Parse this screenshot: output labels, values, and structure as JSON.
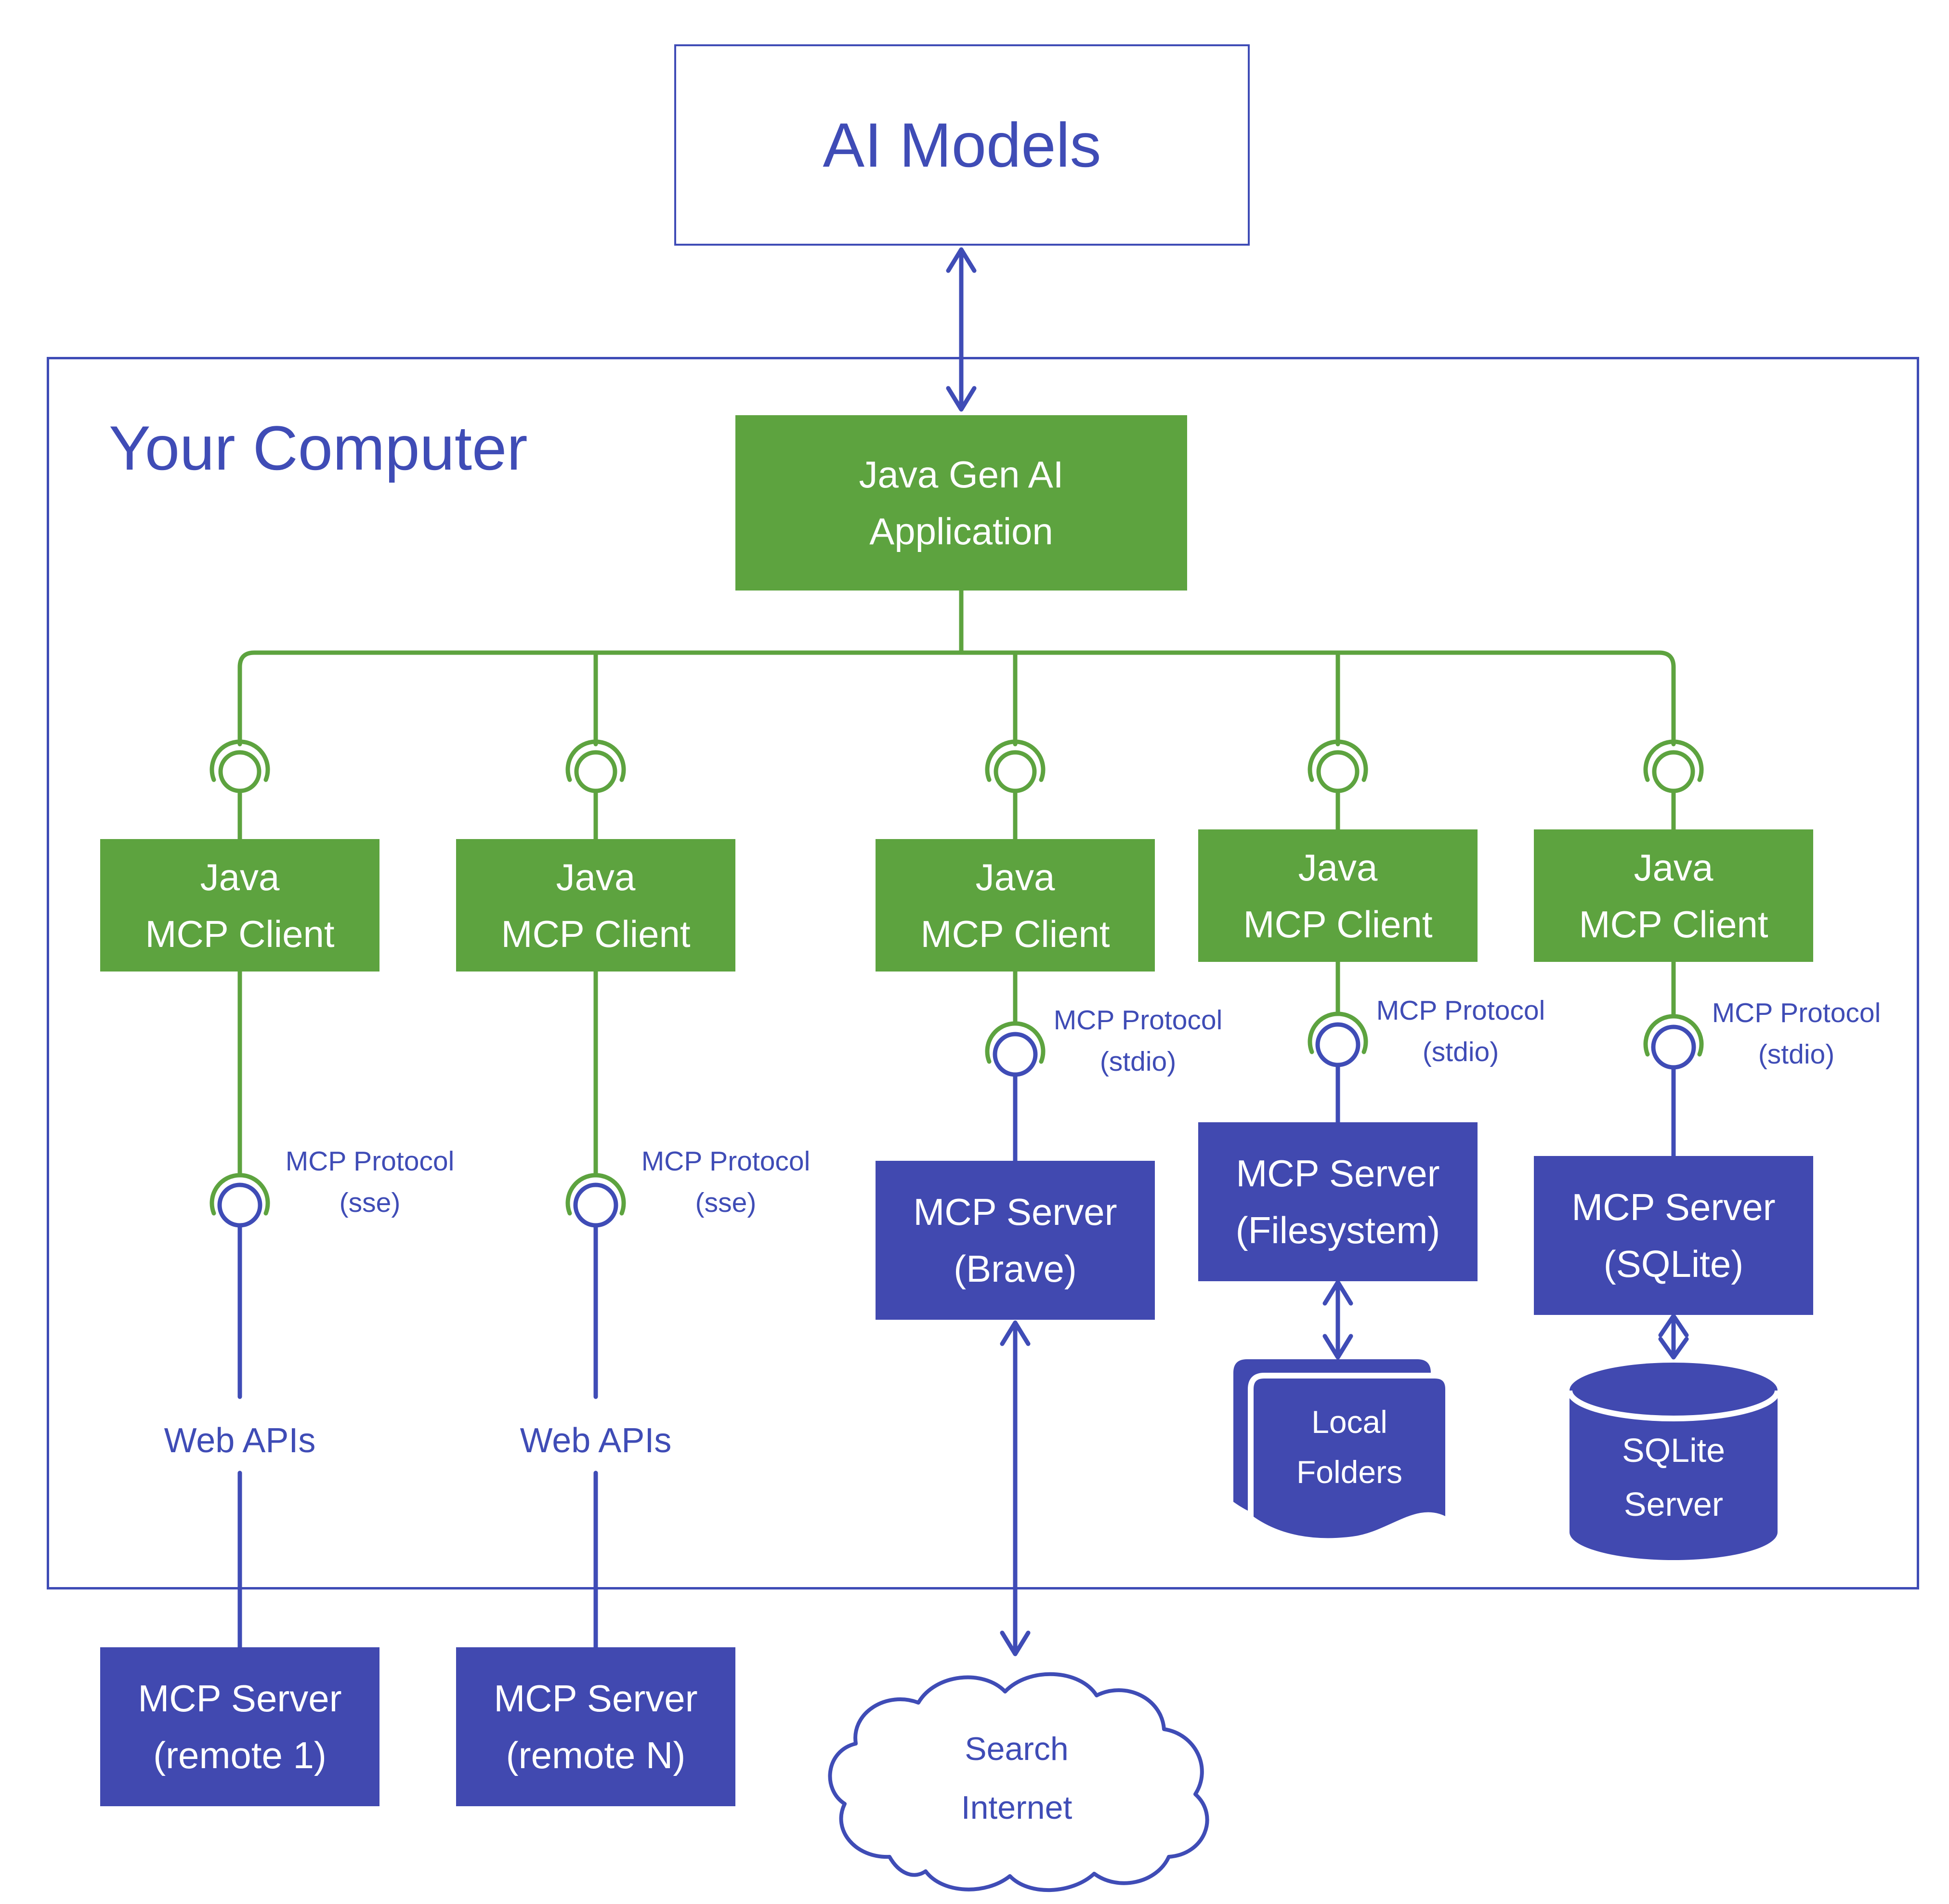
{
  "colors": {
    "green": "#5da33f",
    "blue": "#3f4cb6",
    "blue_fill": "#4149b0"
  },
  "ai_models": {
    "label": "AI Models"
  },
  "your_computer": {
    "label": "Your Computer"
  },
  "app": {
    "line1": "Java Gen AI",
    "line2": "Application"
  },
  "clients": [
    {
      "line1": "Java",
      "line2": "MCP Client"
    },
    {
      "line1": "Java",
      "line2": "MCP Client"
    },
    {
      "line1": "Java",
      "line2": "MCP Client"
    },
    {
      "line1": "Java",
      "line2": "MCP Client"
    },
    {
      "line1": "Java",
      "line2": "MCP Client"
    }
  ],
  "protocols": [
    {
      "line1": "MCP Protocol",
      "line2": "(sse)"
    },
    {
      "line1": "MCP Protocol",
      "line2": "(sse)"
    },
    {
      "line1": "MCP Protocol",
      "line2": "(stdio)"
    },
    {
      "line1": "MCP Protocol",
      "line2": "(stdio)"
    },
    {
      "line1": "MCP Protocol",
      "line2": "(stdio)"
    }
  ],
  "servers": {
    "brave": {
      "line1": "MCP Server",
      "line2": "(Brave)"
    },
    "filesystem": {
      "line1": "MCP Server",
      "line2": "(Filesystem)"
    },
    "sqlite": {
      "line1": "MCP Server",
      "line2": "(SQLite)"
    },
    "remote1": {
      "line1": "MCP Server",
      "line2": "(remote 1)"
    },
    "remoteN": {
      "line1": "MCP Server",
      "line2": "(remote N)"
    }
  },
  "web_apis": [
    "Web APIs",
    "Web APIs"
  ],
  "local_folders": {
    "line1": "Local",
    "line2": "Folders"
  },
  "sqlite_db": {
    "line1": "SQLite",
    "line2": "Server"
  },
  "internet": {
    "line1": "Search",
    "line2": "Internet"
  }
}
